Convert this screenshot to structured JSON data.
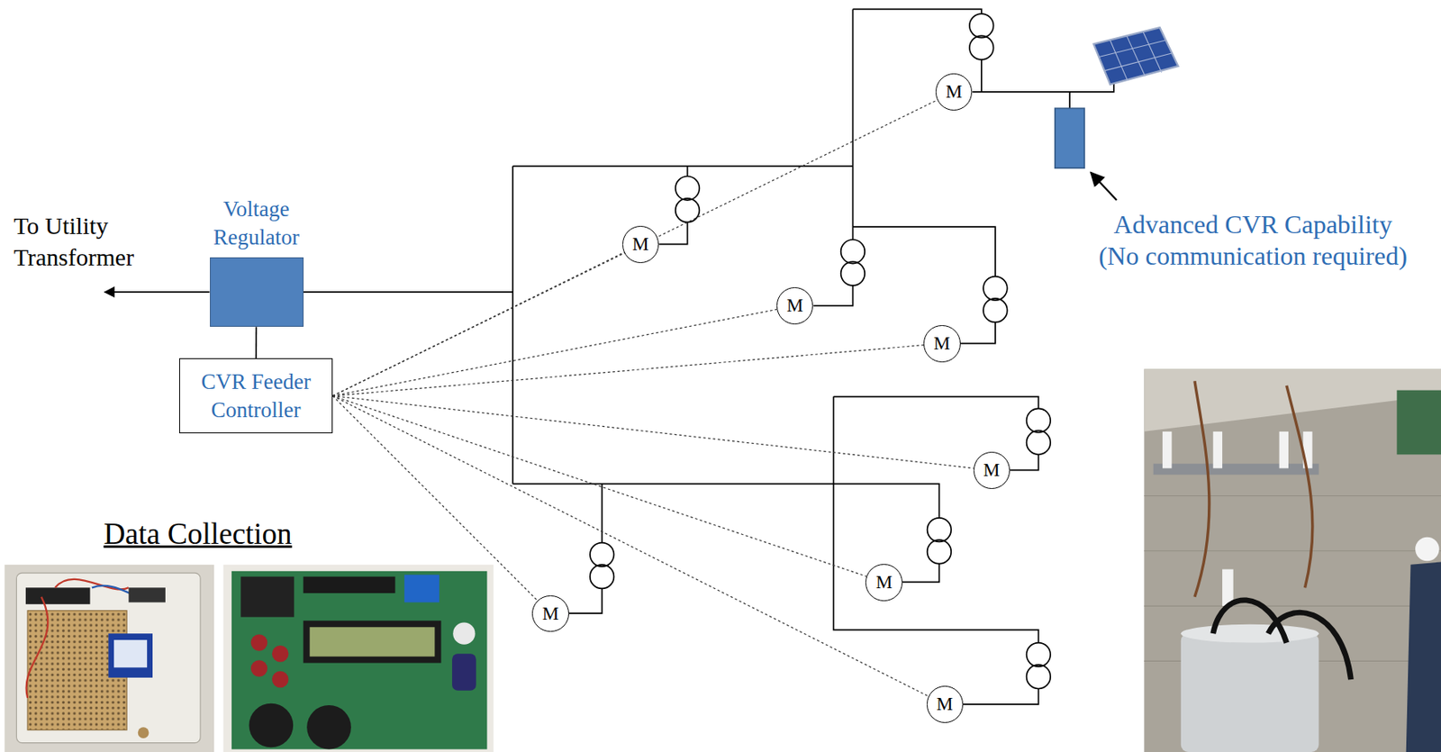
{
  "diagram": {
    "nodes": [
      {
        "text": [
          "Voltage Regulator"
        ]
      },
      {
        "text": [
          "CVR Feeder Controller"
        ]
      },
      {
        "text": [
          "M"
        ]
      },
      {
        "text": [
          "M"
        ]
      },
      {
        "text": [
          "M"
        ]
      },
      {
        "text": [
          "M"
        ]
      },
      {
        "text": [
          "M"
        ]
      },
      {
        "text": [
          "M"
        ]
      },
      {
        "text": [
          "M"
        ]
      },
      {
        "text": [
          "M"
        ]
      }
    ],
    "edges": [
      {
        "from": 0,
        "to": 1,
        "arrow": "none"
      },
      {
        "from": 1,
        "to": 2,
        "arrow": "none"
      },
      {
        "from": 1,
        "to": 3,
        "arrow": "none"
      },
      {
        "from": 1,
        "to": 4,
        "arrow": "none"
      },
      {
        "from": 1,
        "to": 5,
        "arrow": "none"
      },
      {
        "from": 1,
        "to": 6,
        "arrow": "none"
      },
      {
        "from": 1,
        "to": 7,
        "arrow": "none"
      },
      {
        "from": 1,
        "to": 8,
        "arrow": "none"
      },
      {
        "from": 1,
        "to": 9,
        "arrow": "none"
      }
    ],
    "labels": [
      "To Utility Transformer",
      "Advanced CVR Capability",
      "(No communication required)",
      "Data Collection"
    ]
  }
}
